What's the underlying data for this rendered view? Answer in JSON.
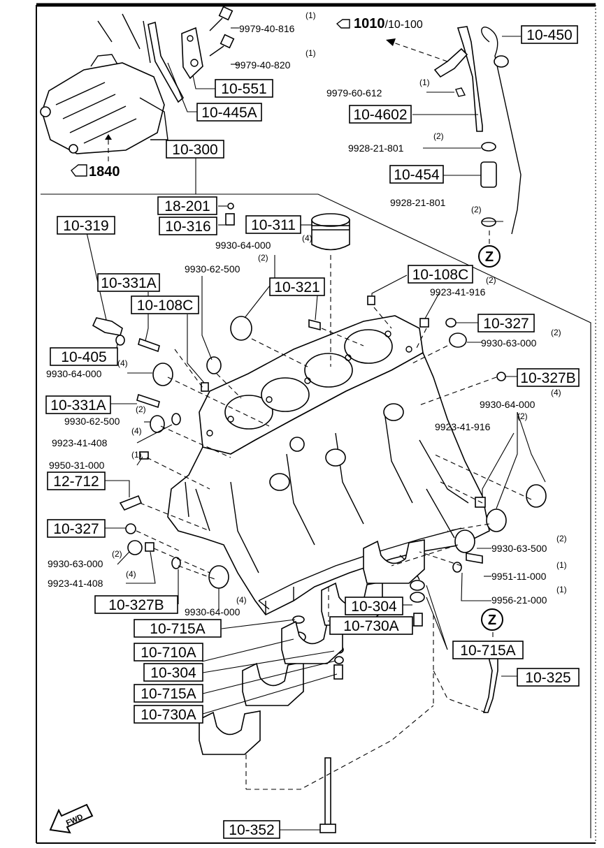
{
  "diagram": {
    "references": {
      "top": {
        "main": "1010",
        "sub": "/10-100"
      },
      "starter": {
        "main": "1840"
      }
    },
    "fwd_label": "FWD",
    "z_marker": "Z",
    "boxed_labels": [
      "10-450",
      "10-551",
      "10-445A",
      "10-4602",
      "10-454",
      "10-300",
      "18-201",
      "10-316",
      "10-311",
      "10-319",
      "10-331A",
      "10-108C",
      "10-321",
      "10-108C",
      "10-327",
      "10-405",
      "10-327B",
      "10-331A",
      "12-712",
      "10-327",
      "10-327B",
      "10-304",
      "10-730A",
      "10-715A",
      "10-710A",
      "10-304",
      "10-715A",
      "10-730A",
      "10-715A",
      "10-325",
      "10-352"
    ],
    "part_numbers": [
      {
        "pn": "9979-40-816",
        "qty": "(1)"
      },
      {
        "pn": "9979-40-820",
        "qty": "(1)"
      },
      {
        "pn": "9979-60-612",
        "qty": "(1)"
      },
      {
        "pn": "9928-21-801",
        "qty": "(2)"
      },
      {
        "pn": "9928-21-801",
        "qty": "(2)"
      },
      {
        "pn": "9930-64-000",
        "qty": "(4)"
      },
      {
        "pn": "9930-62-500",
        "qty": "(2)"
      },
      {
        "pn": "9923-41-916",
        "qty": "(2)"
      },
      {
        "pn": "9930-63-000",
        "qty": "(2)"
      },
      {
        "pn": "9930-64-000",
        "qty": "(4)"
      },
      {
        "pn": "9930-64-000",
        "qty": "(4)"
      },
      {
        "pn": "9930-62-500",
        "qty": "(2)"
      },
      {
        "pn": "9923-41-916",
        "qty": "(2)"
      },
      {
        "pn": "9923-41-408",
        "qty": "(4)"
      },
      {
        "pn": "9950-31-000",
        "qty": "(1)"
      },
      {
        "pn": "9930-63-500",
        "qty": "(2)"
      },
      {
        "pn": "9930-63-000",
        "qty": "(2)"
      },
      {
        "pn": "9923-41-408",
        "qty": "(4)"
      },
      {
        "pn": "9951-11-000",
        "qty": "(1)"
      },
      {
        "pn": "9956-21-000",
        "qty": "(1)"
      },
      {
        "pn": "9930-64-000",
        "qty": "(4)"
      }
    ]
  }
}
